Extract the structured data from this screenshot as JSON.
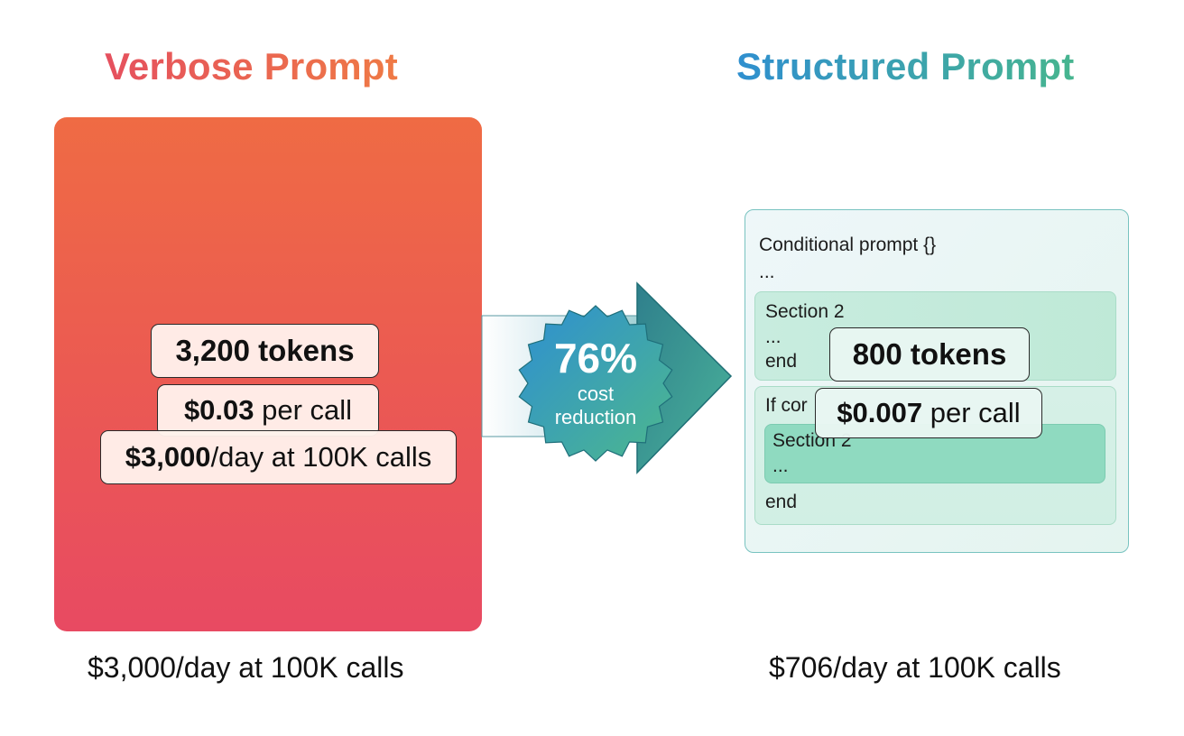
{
  "left": {
    "title": "Verbose Prompt",
    "tokens": "3,200 tokens",
    "per_call_value": "$0.03",
    "per_call_suffix": " per call",
    "daily_value": "$3,000",
    "daily_suffix": "/day at 100K calls",
    "footer": "$3,000/day at 100K calls"
  },
  "center": {
    "percent": "76%",
    "line1": "cost",
    "line2": "reduction"
  },
  "right": {
    "title": "Structured Prompt",
    "code_line1": "Conditional prompt {}",
    "code_ellipsis": "...",
    "section1_title": "Section 2",
    "section1_ellipsis": "...",
    "section1_end": "end",
    "section2_head": "If cor",
    "inner_section_title": "Section 2",
    "inner_ellipsis": "...",
    "section2_end": "end",
    "tokens": "800 tokens",
    "per_call_value": "$0.007",
    "per_call_suffix": " per call",
    "footer": "$706/day at 100K calls"
  },
  "colors": {
    "verbose_top": "#ef6b44",
    "verbose_bottom": "#e84a62",
    "badge_blue": "#2f8fd0",
    "badge_green": "#4ab68d",
    "arrow_teal": "#3a9a9a"
  }
}
